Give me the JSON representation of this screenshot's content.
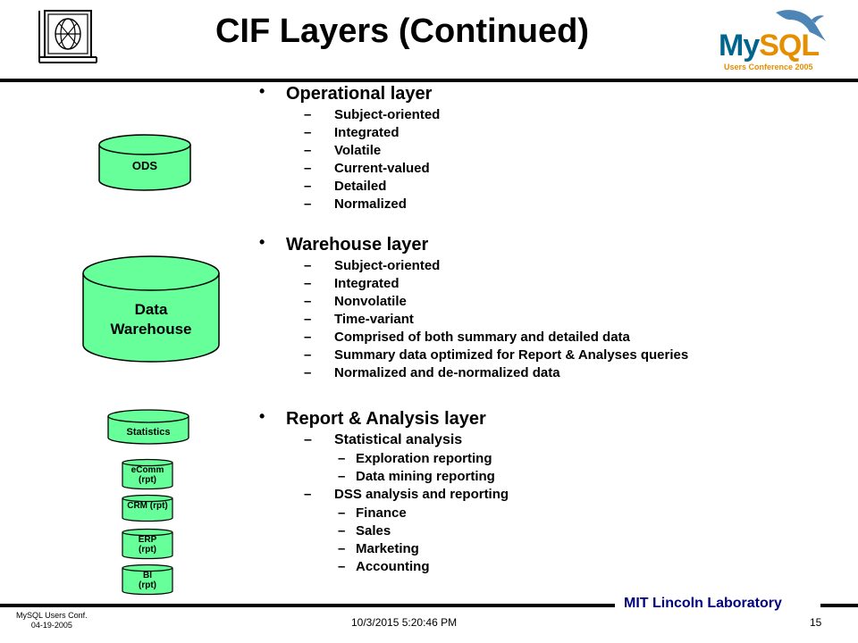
{
  "slide": {
    "title": "CIF Layers (Continued)"
  },
  "logos": {
    "left_icon": "lincoln-lab-logo-icon",
    "right_logo_text": "MySQL",
    "right_logo_subtitle": "Users Conference 2005",
    "colors": {
      "my": "#00648c",
      "sql": "#e48e00",
      "dolphin": "#4d86b6",
      "cylinder_fill": "#66ff99",
      "lab": "#000080"
    }
  },
  "diagram": {
    "ods": "ODS",
    "warehouse_line1": "Data",
    "warehouse_line2": "Warehouse",
    "statistics": "Statistics",
    "ecomm_1": "eComm",
    "ecomm_2": "(rpt)",
    "crm": "CRM (rpt)",
    "erp_1": "ERP",
    "erp_2": "(rpt)",
    "bi_1": "BI",
    "bi_2": "(rpt)"
  },
  "bullets": {
    "marker": "•",
    "dash": "–",
    "operational": {
      "heading": "Operational layer",
      "items": [
        "Subject-oriented",
        "Integrated",
        "Volatile",
        "Current-valued",
        "Detailed",
        "Normalized"
      ]
    },
    "warehouse": {
      "heading": "Warehouse layer",
      "items": [
        "Subject-oriented",
        "Integrated",
        "Nonvolatile",
        "Time-variant",
        "Comprised of both summary and detailed data",
        "Summary data optimized for Report & Analyses queries",
        "Normalized and de-normalized data"
      ]
    },
    "report": {
      "heading": "Report & Analysis layer",
      "statistical": "Statistical analysis",
      "statistical_items": [
        "Exploration reporting",
        "Data mining reporting"
      ],
      "dss": "DSS analysis and reporting",
      "dss_items": [
        "Finance",
        "Sales",
        "Marketing",
        "Accounting"
      ]
    }
  },
  "footer": {
    "lab": "MIT Lincoln Laboratory",
    "conf_line1": "MySQL Users Conf.",
    "conf_line2": "04-19-2005",
    "datetime": "10/3/2015 5:20:46 PM",
    "page": "15"
  }
}
